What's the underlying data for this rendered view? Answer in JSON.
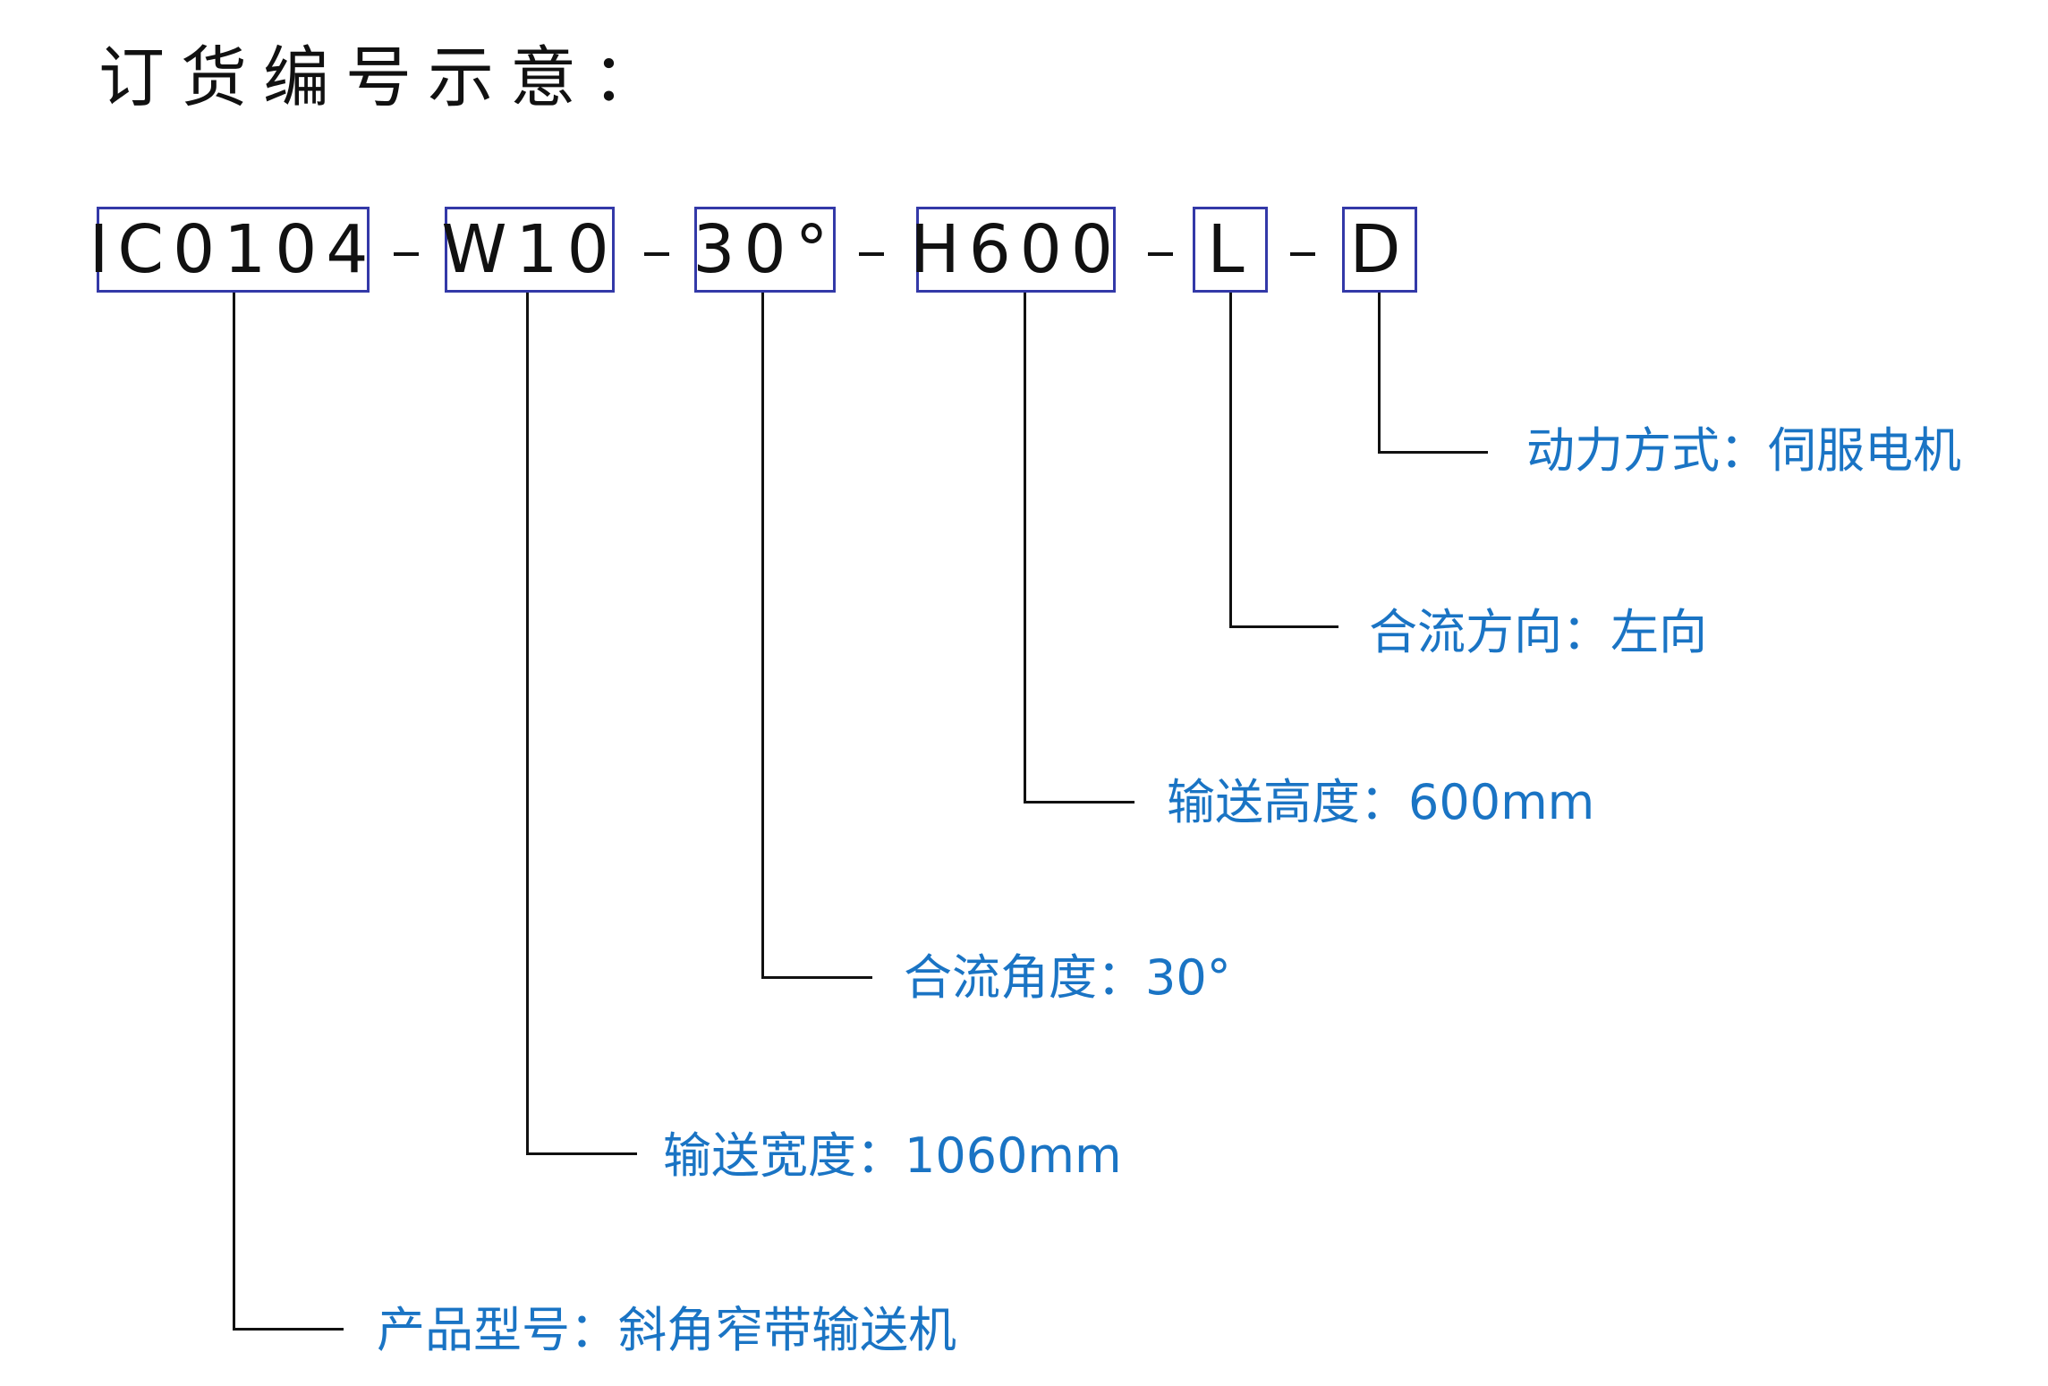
{
  "title": "订货编号示意：",
  "code_segments": {
    "model": "IC0104",
    "width": "W10",
    "angle": "30°",
    "height": "H600",
    "direction": "L",
    "drive": "D"
  },
  "descriptions": {
    "drive": "动力方式：伺服电机",
    "direction": "合流方向：左向",
    "height": "输送高度：600mm",
    "angle": "合流角度：30°",
    "width": "输送宽度：1060mm",
    "model": "产品型号：斜角窄带输送机"
  },
  "colors": {
    "box_border": "#3339a8",
    "label_text": "#1a74c4",
    "line": "#111111"
  }
}
